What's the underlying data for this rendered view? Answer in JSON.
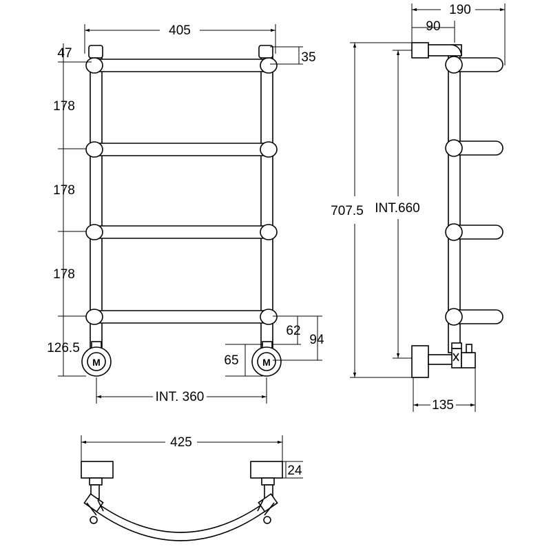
{
  "front_view": {
    "width": "405",
    "top_offset": "47",
    "top_cap": "35",
    "spacing_1": "178",
    "spacing_2": "178",
    "spacing_3": "178",
    "bottom_offset": "126.5",
    "int_width": "INT. 360",
    "valve_drop": "62",
    "valve_depth": "94",
    "valve_height": "65",
    "valve_letter": "M"
  },
  "side_view": {
    "depth": "190",
    "bracket": "90",
    "total_height": "707.5",
    "int_height": "INT.660",
    "base_depth": "135"
  },
  "plan_view": {
    "width": "425",
    "leg": "24"
  }
}
